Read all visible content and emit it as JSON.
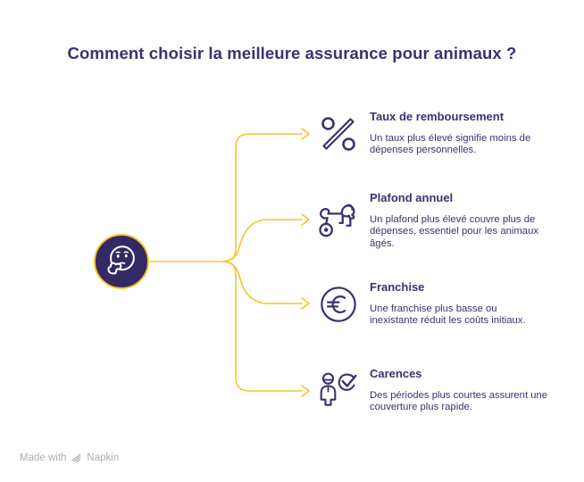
{
  "title": "Comment choisir la meilleure assurance pour animaux ?",
  "center": {
    "icon": "thinking-face-icon"
  },
  "items": [
    {
      "icon": "percent-icon",
      "title": "Taux de remboursement",
      "description": "Un taux plus élevé signifie moins de\ndépenses personnelles."
    },
    {
      "icon": "dog-icon",
      "title": "Plafond annuel",
      "description": "Un plafond plus élevé couvre plus de\ndépenses, essentiel pour les animaux\nâgés."
    },
    {
      "icon": "euro-icon",
      "title": "Franchise",
      "description": "Une franchise plus basse ou\ninexistante réduit les coûts initiaux."
    },
    {
      "icon": "person-check-icon",
      "title": "Carences",
      "description": "Des périodes plus courtes assurent une\ncouverture plus rapide."
    }
  ],
  "footer": {
    "made_with": "Made with",
    "brand": "Napkin"
  },
  "colors": {
    "ink": "#3B3170",
    "accent": "#F5C42C",
    "node_fill": "#342A63",
    "footer_gray": "#AFAFAF",
    "background": "#FFFFFF"
  }
}
